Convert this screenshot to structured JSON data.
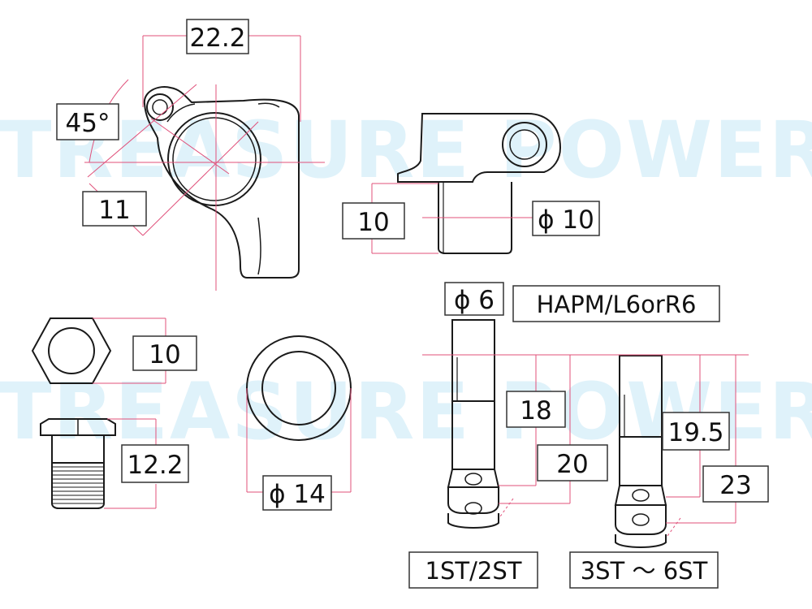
{
  "watermark": {
    "text": "TREASURE POWER.",
    "color": "#dff2fa"
  },
  "colors": {
    "dimension_line": "#e0507a",
    "outline": "#1a1a1a",
    "box_border": "#333333"
  },
  "labels": {
    "width_22_2": "22.2",
    "angle_45": "45°",
    "offset_11": "11",
    "height_10_top": "10",
    "diameter_10": "ϕ 10",
    "nut_10": "10",
    "bushing_12_2": "12.2",
    "washer_diameter_14": "ϕ 14",
    "post_diameter_6": "ϕ 6",
    "model_code": "HAPM/L6orR6",
    "post_18": "18",
    "post_20": "20",
    "post_19_5": "19.5",
    "post_23": "23",
    "strings_1_2": "1ST/2ST",
    "strings_3_6": "3ST ～ 6ST"
  }
}
